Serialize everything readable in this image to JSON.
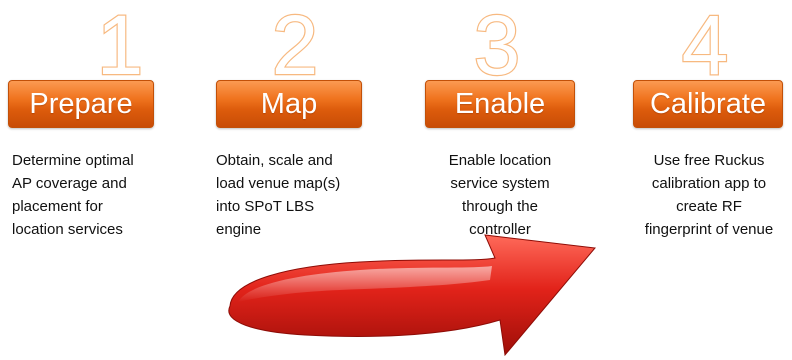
{
  "steps": [
    {
      "number": "1",
      "label": "Prepare",
      "description": "Determine optimal\nAP coverage and\nplacement  for\nlocation services"
    },
    {
      "number": "2",
      "label": "Map",
      "description": "Obtain, scale and\nload venue map(s)\ninto SPoT LBS\nengine"
    },
    {
      "number": "3",
      "label": "Enable",
      "description": "Enable location\nservice system\nthrough the\ncontroller"
    },
    {
      "number": "4",
      "label": "Calibrate",
      "description": "Use free Ruckus\ncalibration app to\ncreate RF\nfingerprint of venue"
    }
  ],
  "colors": {
    "button_orange": "#f0741f",
    "number_outline": "#f7b980",
    "arrow_red": "#e2231a",
    "text": "#111111"
  },
  "icons": {
    "progress_arrow": "curved-arrow-icon"
  }
}
